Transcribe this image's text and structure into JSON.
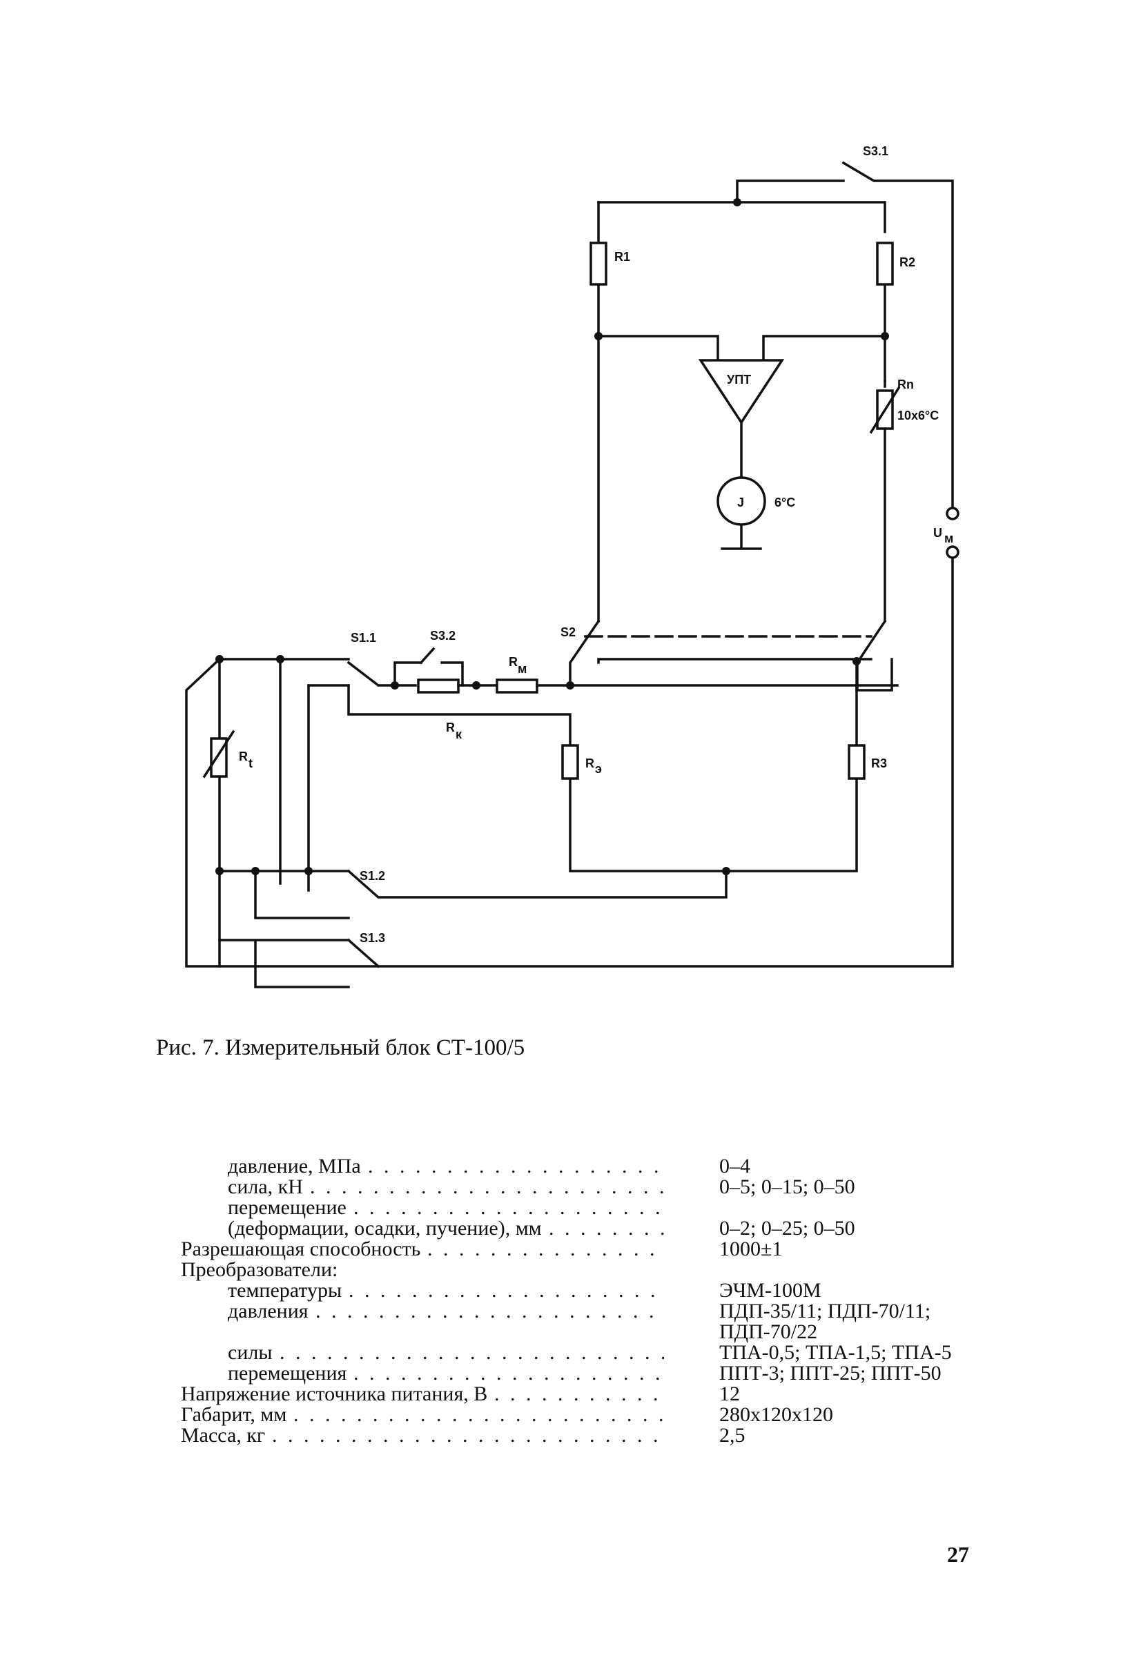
{
  "schematic": {
    "labels": {
      "s31": "S3.1",
      "r1": "R1",
      "r2": "R2",
      "upt": "УПТ",
      "rn": "Rn",
      "rn_temp": "10x6°C",
      "meter": "J",
      "meter_temp": "6°C",
      "u": "U",
      "u_sub": "м",
      "s2": "S2",
      "s11": "S1.1",
      "s32": "S3.2",
      "rm": "R",
      "rm_sub": "м",
      "rk": "R",
      "rk_sub": "к",
      "rt": "R",
      "rt_sub": "t",
      "re": "R",
      "re_sub": "э",
      "r3": "R3",
      "s12": "S1.2",
      "s13": "S1.3"
    }
  },
  "caption": "Рис. 7. Измерительный блок СТ-100/5",
  "specs": [
    {
      "label": "давление, МПа",
      "indent": 1,
      "value": "0–4"
    },
    {
      "label": "сила, кН",
      "indent": 1,
      "value": "0–5; 0–15; 0–50"
    },
    {
      "label": "перемещение",
      "indent": 1,
      "value": ""
    },
    {
      "label": "(деформации, осадки, пучение), мм",
      "indent": 1,
      "value": "0–2; 0–25; 0–50"
    },
    {
      "label": "Разрешающая способность",
      "indent": 0,
      "value": "1000±1"
    },
    {
      "label": "Преобразователи:",
      "indent": 0,
      "value": "",
      "nodots": true
    },
    {
      "label": "температуры",
      "indent": 1,
      "value": "ЭЧМ-100М"
    },
    {
      "label": "давления",
      "indent": 1,
      "value": "ПДП-35/11; ПДП-70/11;"
    },
    {
      "label": "",
      "indent": 1,
      "value": "ПДП-70/22",
      "nodots": true
    },
    {
      "label": "силы",
      "indent": 1,
      "value": "ТПА-0,5; ТПА-1,5; ТПА-5"
    },
    {
      "label": "перемещения",
      "indent": 1,
      "value": "ППТ-3; ППТ-25; ППТ-50"
    },
    {
      "label": "Напряжение источника питания, В",
      "indent": 0,
      "value": "12"
    },
    {
      "label": "Габарит, мм",
      "indent": 0,
      "value": "280x120x120"
    },
    {
      "label": "Масса, кг",
      "indent": 0,
      "value": "2,5"
    }
  ],
  "page_number": "27"
}
